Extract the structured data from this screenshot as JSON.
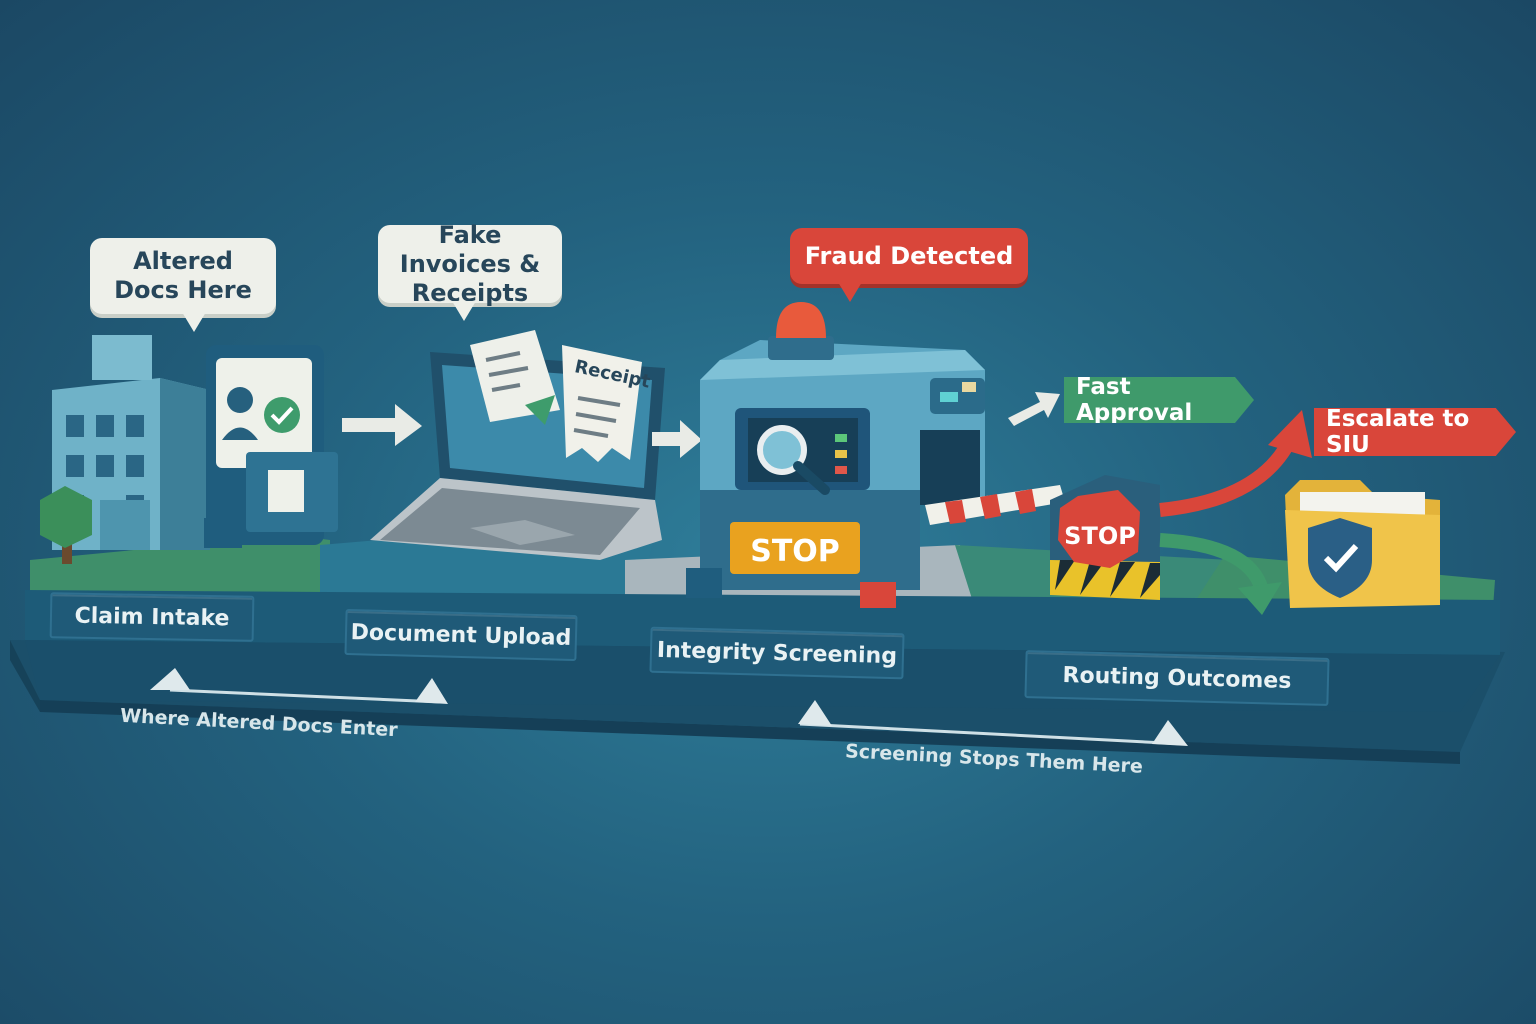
{
  "callouts": {
    "altered_docs": "Altered Docs Here",
    "fake_invoices": "Fake Invoices & Receipts",
    "fraud_detected": "Fraud Detected"
  },
  "props": {
    "receipt_label": "Receipt",
    "stop_sign_gate": "STOP",
    "stop_sign_post": "STOP"
  },
  "stages": [
    {
      "label": "Claim Intake"
    },
    {
      "label": "Document Upload"
    },
    {
      "label": "Integrity Screening"
    },
    {
      "label": "Routing Outcomes"
    }
  ],
  "outcomes": {
    "fast_approval": "Fast Approval",
    "escalate": "Escalate to SIU"
  },
  "annotations": {
    "entry_point": "Where Altered Docs Enter",
    "screening_point": "Screening Stops Them Here"
  },
  "colors": {
    "background": "#23627f",
    "alert_red": "#d9463a",
    "approval_green": "#3f9a6b",
    "stop_orange": "#e9a21f",
    "platform_blue": "#1f5a78"
  },
  "icons": [
    "office-building-icon",
    "id-card-icon",
    "checkmark-icon",
    "laptop-icon",
    "invoice-icon",
    "receipt-icon",
    "scanner-machine-icon",
    "magnifier-icon",
    "alarm-light-icon",
    "barrier-gate-icon",
    "stop-sign-icon",
    "folder-icon",
    "shield-check-icon",
    "tree-icon",
    "arrow-icon"
  ]
}
